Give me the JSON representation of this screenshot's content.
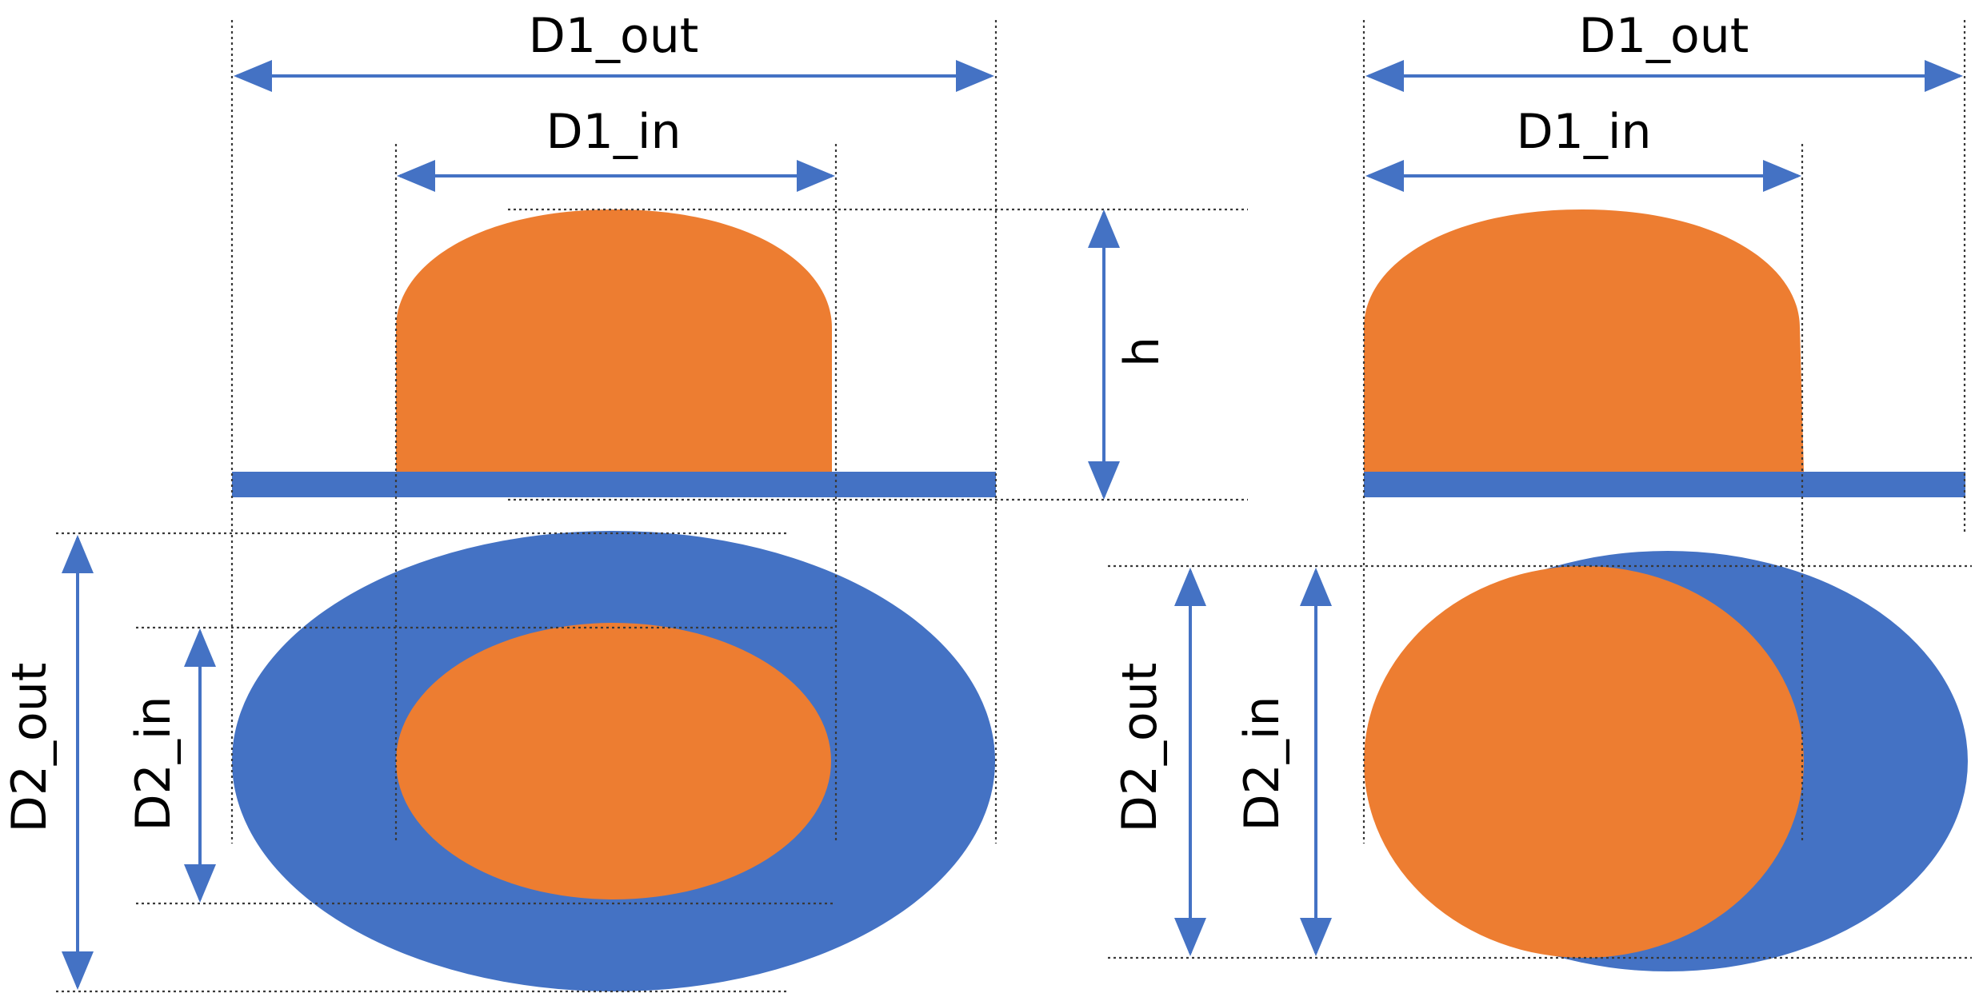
{
  "labels": {
    "d1_out": "D1_out",
    "d1_in": "D1_in",
    "h": "h",
    "d2_out": "D2_out",
    "d2_in": "D2_in"
  },
  "colors": {
    "blue": "#4472C4",
    "orange": "#ED7D31",
    "guide": "#3a3a3a",
    "text": "#000000"
  }
}
